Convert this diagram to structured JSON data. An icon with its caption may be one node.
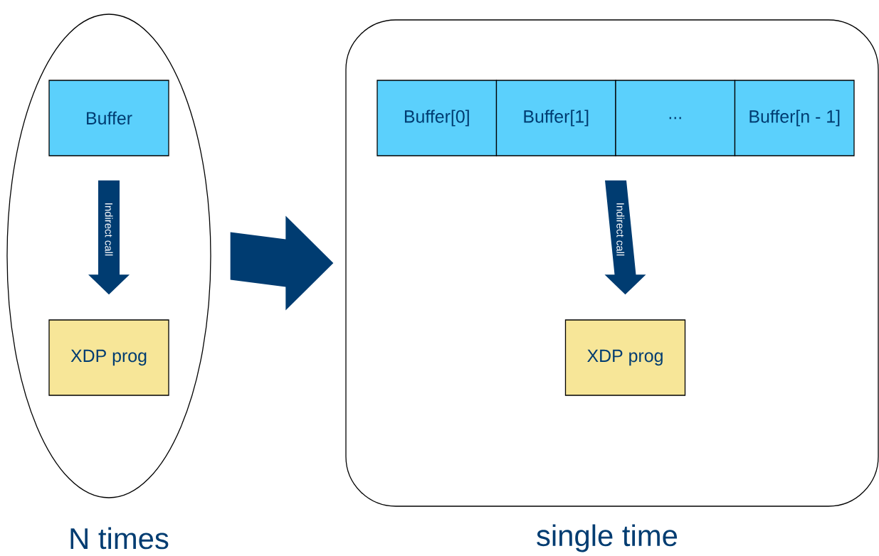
{
  "diagram": {
    "nodes": [
      {
        "text": [
          "N times"
        ]
      },
      {
        "text": [
          "Buffer"
        ],
        "in": 0
      },
      {
        "text": [
          "XDP prog"
        ],
        "in": 0
      },
      {
        "text": [
          "single time"
        ]
      },
      {
        "text": [
          "Buffer[0]"
        ],
        "in": 3
      },
      {
        "text": [
          "Buffer[1]"
        ],
        "in": 3
      },
      {
        "text": [
          "..."
        ],
        "in": 3
      },
      {
        "text": [
          "Buffer[n - 1]"
        ],
        "in": 3
      },
      {
        "text": [
          "XDP prog"
        ],
        "in": 3
      }
    ],
    "edges": [
      {
        "from": 1,
        "to": 2,
        "arrow": "to",
        "label": "Indirect call"
      },
      {
        "from": 0,
        "to": 3,
        "arrow": "to"
      },
      {
        "from": 5,
        "to": 8,
        "arrow": "to",
        "label": "Indirect call"
      },
      {
        "from": 6,
        "to": 8,
        "arrow": "to"
      }
    ]
  }
}
